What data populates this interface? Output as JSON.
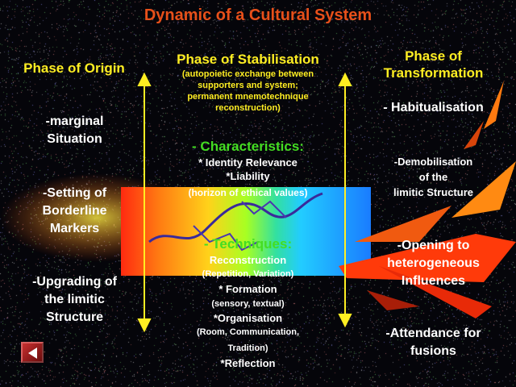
{
  "title": "Dynamic of a Cultural System",
  "phases": {
    "origin": {
      "heading": "Phase of Origin",
      "items": [
        "-marginal",
        "Situation",
        "-Setting of",
        "Borderline",
        "Markers",
        "-Upgrading of",
        "the limitic",
        "Structure"
      ]
    },
    "stabilisation": {
      "heading": "Phase of Stabilisation",
      "subtitle": [
        "(autopoietic exchange between",
        "supporters  and system;",
        "permanent mnemotechnique",
        "reconstruction)"
      ],
      "characteristics_heading": "- Characteristics:",
      "characteristics": [
        "* Identity Relevance",
        "*Liability",
        "(horizon of ethical values)"
      ],
      "techniques_heading": "- Techniques:",
      "techniques": [
        "Reconstruction",
        "(Repetition, Variation)",
        "* Formation",
        "(sensory, textual)",
        "*Organisation",
        "(Room, Communication,",
        "Tradition)",
        "*Reflection"
      ]
    },
    "transformation": {
      "heading": [
        "Phase of",
        "Transformation"
      ],
      "items": [
        "- Habitualisation",
        "-Demobilisation",
        "of the",
        "limitic Structure",
        "-Opening to",
        "heterogeneous",
        "Influences",
        "-Attendance for",
        "fusions"
      ]
    }
  },
  "colors": {
    "title": "#e8501a",
    "heading": "#ffee22",
    "green": "#44dd22",
    "arrow": "#ffee22"
  },
  "icons": {
    "back": "back-arrow-icon"
  }
}
